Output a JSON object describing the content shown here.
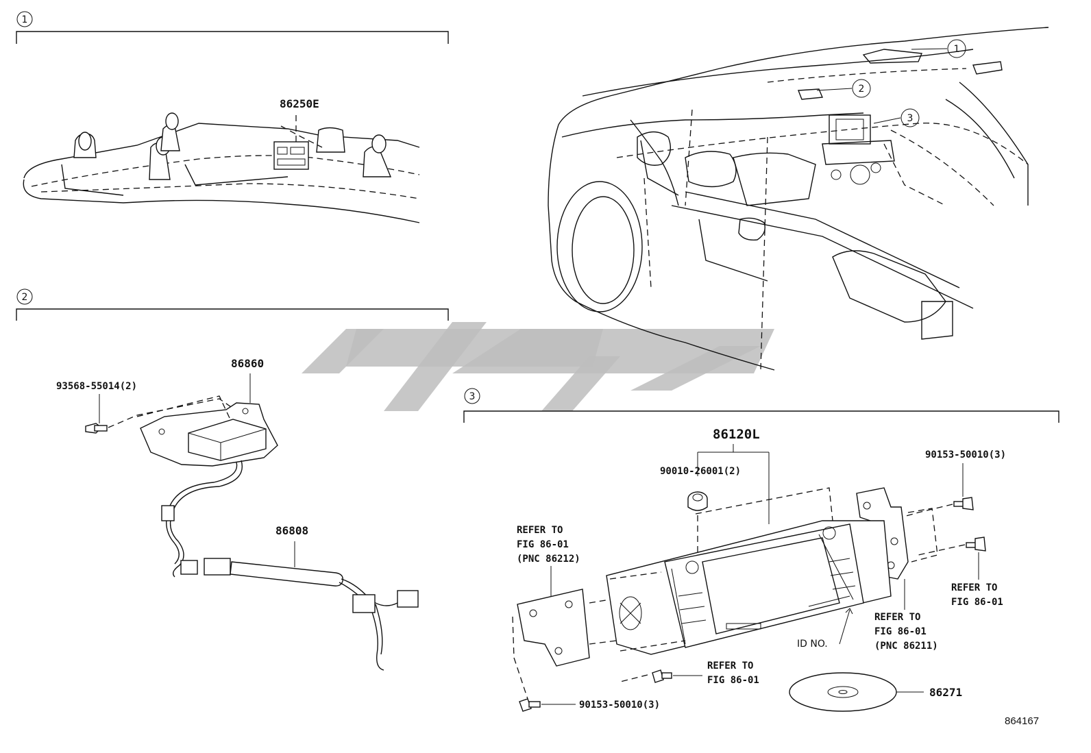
{
  "sections": [
    {
      "num": "1",
      "label": "1"
    },
    {
      "num": "2",
      "label": "2"
    },
    {
      "num": "3",
      "label": "3"
    }
  ],
  "callouts": [
    "1",
    "2",
    "3"
  ],
  "parts": {
    "p86250E": "86250E",
    "p86860": "86860",
    "p93568": "93568-55014(2)",
    "p86808": "86808",
    "p86120L": "86120L",
    "p90010": "90010-26001(2)",
    "p90153_top": "90153-50010(3)",
    "p90153_bottom": "90153-50010(3)",
    "p86271": "86271"
  },
  "notes": {
    "refer_left_1": "REFER TO",
    "refer_left_2": "FIG 86-01",
    "refer_left_3": "(PNC 86212)",
    "refer_right_1": "REFER TO",
    "refer_right_2": "FIG 86-01",
    "refer_mid_1": "REFER TO",
    "refer_mid_2": "FIG 86-01",
    "refer_mid_3": "(PNC 86211)",
    "refer_bottom_1": "REFER TO",
    "refer_bottom_2": "FIG 86-01",
    "id_no": "ID NO."
  },
  "figure_ref": "864167"
}
